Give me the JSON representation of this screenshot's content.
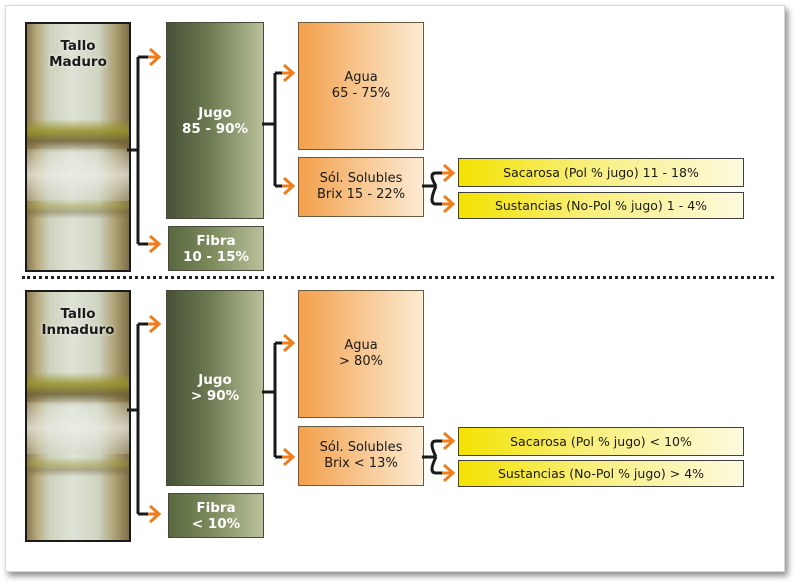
{
  "mature": {
    "stalk_label_line1": "Tallo",
    "stalk_label_line2": "Maduro",
    "jugo_label": "Jugo",
    "jugo_value": "85 - 90%",
    "fibra_label": "Fibra",
    "fibra_value": "10 - 15%",
    "agua_label": "Agua",
    "agua_value": "65 - 75%",
    "solubles_label": "Sól. Solubles",
    "solubles_value": "Brix 15 - 22%",
    "sacarosa": "Sacarosa (Pol % jugo) 11 - 18%",
    "sustancias": "Sustancias (No-Pol % jugo) 1 - 4%"
  },
  "immature": {
    "stalk_label_line1": "Tallo",
    "stalk_label_line2": "Inmaduro",
    "jugo_label": "Jugo",
    "jugo_value": "> 90%",
    "fibra_label": "Fibra",
    "fibra_value": "< 10%",
    "agua_label": "Agua",
    "agua_value": "> 80%",
    "solubles_label": "Sól. Solubles",
    "solubles_value": "Brix < 13%",
    "sacarosa": "Sacarosa (Pol % jugo) < 10%",
    "sustancias": "Sustancias (No-Pol % jugo) > 4%"
  },
  "colors": {
    "connector": "#1a1a1a",
    "arrow": "#f07d1c"
  }
}
